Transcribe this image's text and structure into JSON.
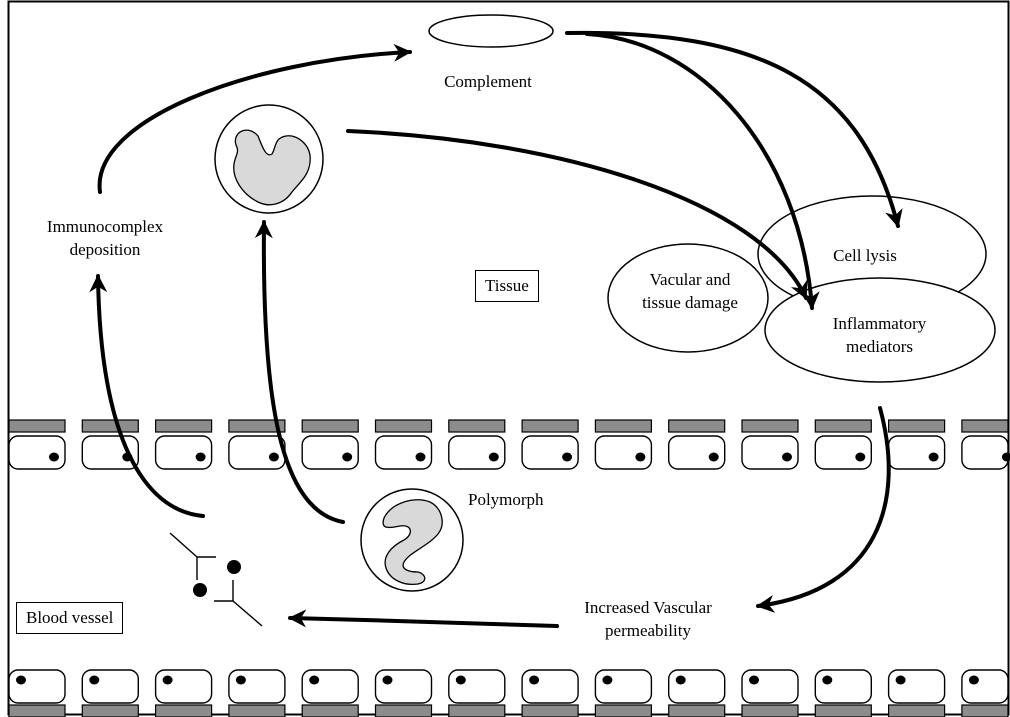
{
  "labels": {
    "complement": "Complement",
    "immunocomplex_line1": "Immunocomplex",
    "immunocomplex_line2": "deposition",
    "tissue": "Tissue",
    "cell_lysis": "Cell lysis",
    "vascular_damage_line1": "Vacular and",
    "vascular_damage_line2": "tissue damage",
    "inflammatory_line1": "Inflammatory",
    "inflammatory_line2": "mediators",
    "polymorph": "Polymorph",
    "blood_vessel": "Blood vessel",
    "permeability_line1": "Increased Vascular",
    "permeability_line2": "permeability"
  },
  "colors": {
    "line": "#000000",
    "cell_fill": "#d9d9d9",
    "membrane_fill": "#8c8c8c",
    "background": "#ffffff"
  }
}
